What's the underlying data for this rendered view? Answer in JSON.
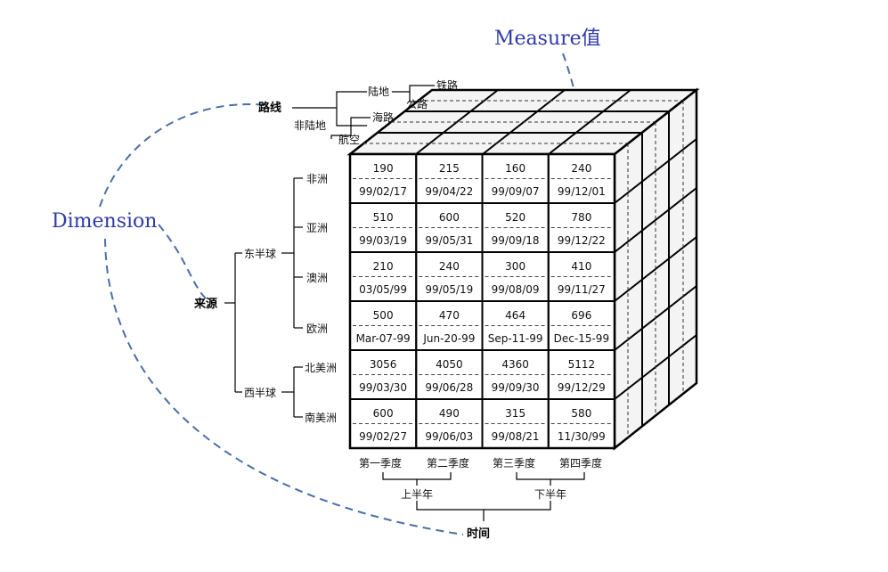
{
  "annotations": {
    "measure": "Measure值",
    "dimension": "Dimension"
  },
  "route": {
    "title": "路线",
    "land": "陆地",
    "nonland": "非陆地",
    "rail": "铁路",
    "road": "公路",
    "sea": "海路",
    "air": "航空"
  },
  "source": {
    "title": "来源",
    "east": "东半球",
    "west": "西半球",
    "regions": [
      "非洲",
      "亚洲",
      "澳洲",
      "欧洲",
      "北美洲",
      "南美洲"
    ]
  },
  "time": {
    "title": "时间",
    "quarters": [
      "第一季度",
      "第二季度",
      "第三季度",
      "第四季度"
    ],
    "h1": "上半年",
    "h2": "下半年"
  },
  "cells": [
    [
      [
        "190",
        "99/02/17"
      ],
      [
        "215",
        "99/04/22"
      ],
      [
        "160",
        "99/09/07"
      ],
      [
        "240",
        "99/12/01"
      ]
    ],
    [
      [
        "510",
        "99/03/19"
      ],
      [
        "600",
        "99/05/31"
      ],
      [
        "520",
        "99/09/18"
      ],
      [
        "780",
        "99/12/22"
      ]
    ],
    [
      [
        "210",
        "03/05/99"
      ],
      [
        "240",
        "99/05/19"
      ],
      [
        "300",
        "99/08/09"
      ],
      [
        "410",
        "99/11/27"
      ]
    ],
    [
      [
        "500",
        "Mar-07-99"
      ],
      [
        "470",
        "Jun-20-99"
      ],
      [
        "464",
        "Sep-11-99"
      ],
      [
        "696",
        "Dec-15-99"
      ]
    ],
    [
      [
        "3056",
        "99/03/30"
      ],
      [
        "4050",
        "99/06/28"
      ],
      [
        "4360",
        "99/09/30"
      ],
      [
        "5112",
        "99/12/29"
      ]
    ],
    [
      [
        "600",
        "99/02/27"
      ],
      [
        "490",
        "99/06/03"
      ],
      [
        "315",
        "99/08/21"
      ],
      [
        "580",
        "11/30/99"
      ]
    ]
  ]
}
